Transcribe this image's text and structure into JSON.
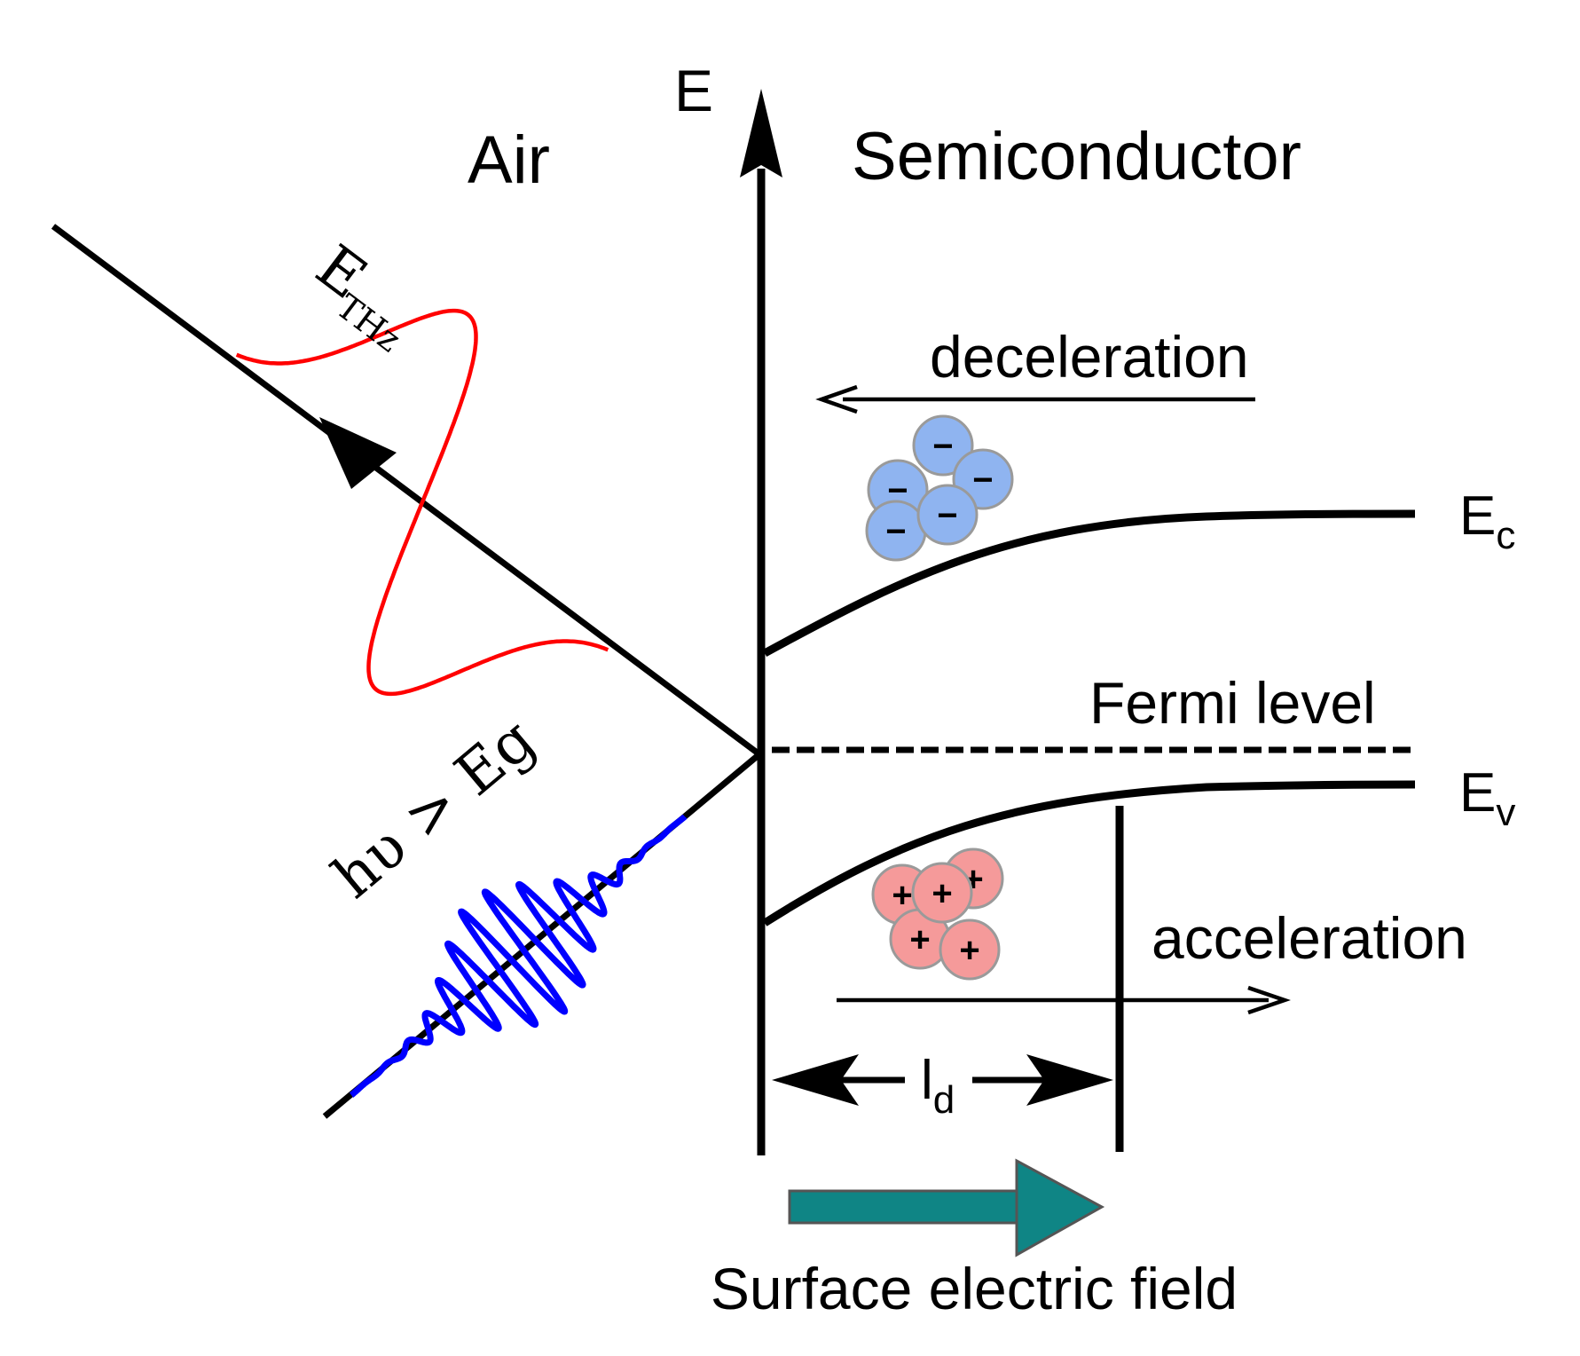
{
  "labels": {
    "energy_axis": "E",
    "air": "Air",
    "semiconductor": "Semiconductor",
    "thz_main": "E",
    "thz_sub": "THz",
    "photon": "hυ > Eg",
    "deceleration": "deceleration",
    "acceleration": "acceleration",
    "conduction_main": "E",
    "conduction_sub": "c",
    "valence_main": "E",
    "valence_sub": "v",
    "fermi": "Fermi level",
    "depletion_main": "l",
    "depletion_sub": "d",
    "field": "Surface electric field"
  },
  "carriers": {
    "electron_sign": "−",
    "hole_sign": "+"
  },
  "colors": {
    "line": "#000000",
    "thz_pulse": "#ff0000",
    "optical_pulse": "#0000ff",
    "electron_fill": "#8fb4f0",
    "hole_fill": "#f59a9a",
    "carrier_stroke": "#9a9a9a",
    "field_arrow": "#0f8585"
  }
}
